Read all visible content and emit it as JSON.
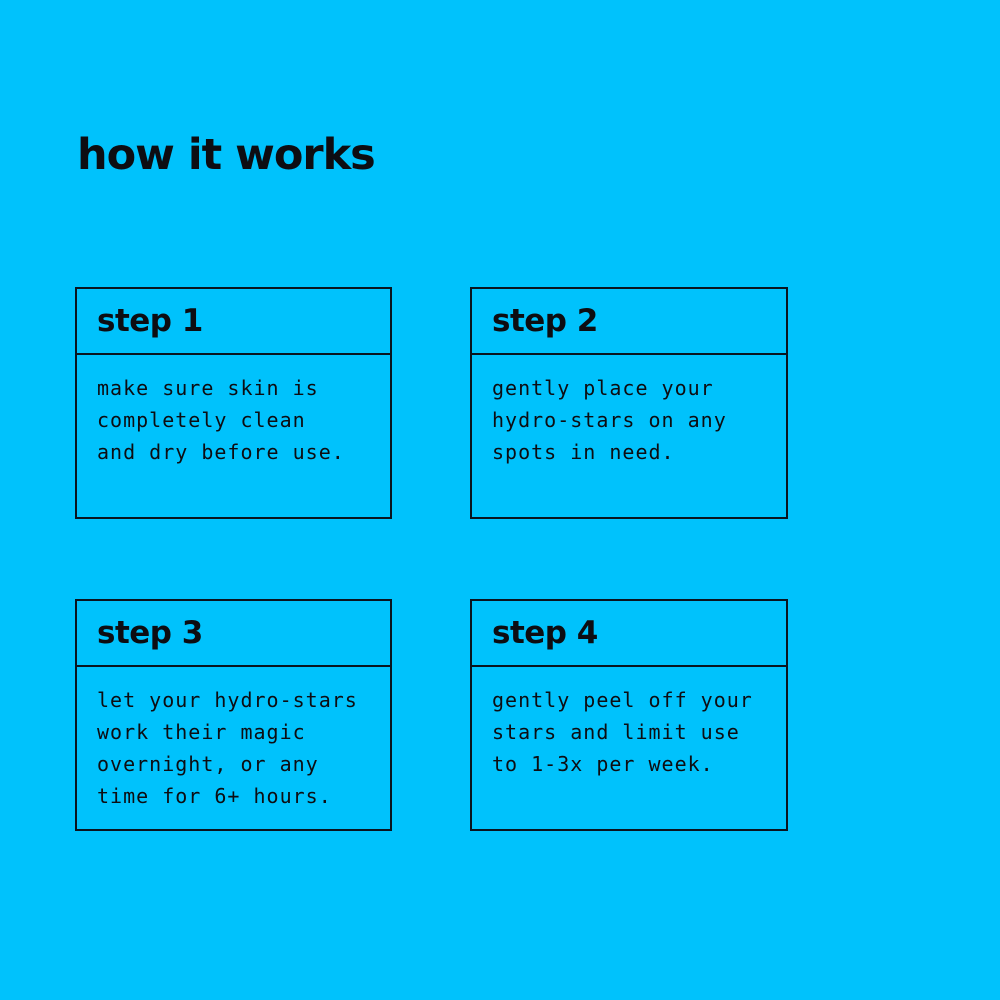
{
  "colors": {
    "background": "#00c2fc",
    "ink": "#0d0d12",
    "line": "#0a141f"
  },
  "title": "how it works",
  "steps": [
    {
      "label": "step 1",
      "body": "make sure skin is\ncompletely clean\nand dry before use."
    },
    {
      "label": "step 2",
      "body": "gently place your\nhydro-stars on any\nspots in need."
    },
    {
      "label": "step 3",
      "body": "let your hydro-stars\nwork their magic\novernight, or any\ntime for 6+ hours."
    },
    {
      "label": "step 4",
      "body": "gently peel off your\nstars and limit use\nto 1-3x per week."
    }
  ]
}
